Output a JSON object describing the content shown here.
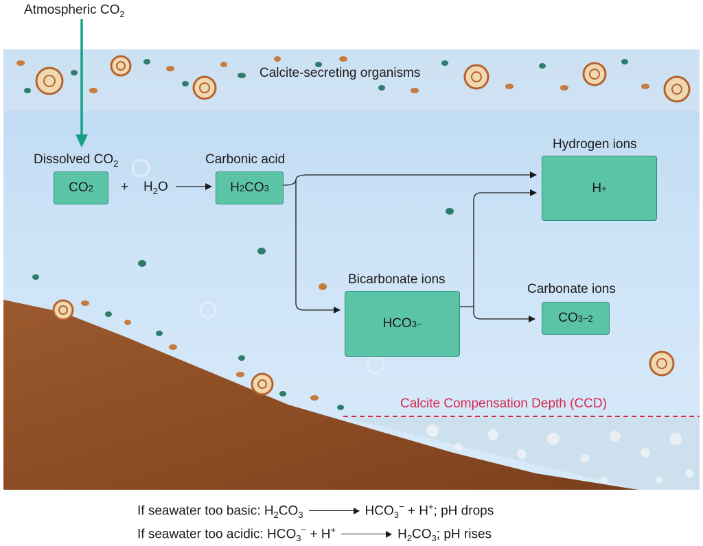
{
  "colors": {
    "water_top": "#bcd9f2",
    "water_bottom": "#d8ebfa",
    "sediment": "#8a4a22",
    "box_fill": "#5bc4a6",
    "arrow_teal": "#16a085",
    "ccd_line": "#d8284e"
  },
  "labels": {
    "atmospheric": {
      "pre": "Atmospheric CO",
      "sub": "2"
    },
    "calcite_organisms": "Calcite-secreting organisms",
    "dissolved": {
      "pre": "Dissolved CO",
      "sub": "2"
    },
    "carbonic_acid": "Carbonic acid",
    "hydrogen_ions": "Hydrogen ions",
    "bicarbonate_ions": "Bicarbonate ions",
    "carbonate_ions": "Carbonate ions",
    "ccd": "Calcite Compensation Depth (CCD)"
  },
  "reaction": {
    "plus": "+",
    "h2o": {
      "pre": "H",
      "sub": "2",
      "post": "O"
    }
  },
  "boxes": {
    "co2": {
      "pre": "CO",
      "sub": "2"
    },
    "h2co3": {
      "a": "H",
      "sub1": "2",
      "b": "CO",
      "sub2": "3"
    },
    "hplus": {
      "pre": "H",
      "sup": "+"
    },
    "hco3": {
      "pre": "HCO",
      "sub": "3",
      "sup": "−"
    },
    "co3": {
      "pre": "CO",
      "sub": "3",
      "sup": "−2"
    }
  },
  "equations": {
    "basic": {
      "lead": "If seawater too basic: H",
      "sub1": "2",
      "mid": "CO",
      "sub2": "3",
      "rhs_a": "HCO",
      "rhs_sub": "3",
      "rhs_sup": "−",
      "rhs_b": " + H",
      "rhs_sup2": "+",
      "rhs_c": "; pH drops"
    },
    "acidic": {
      "lead": "If seawater too acidic: HCO",
      "sub1": "3",
      "sup1": "−",
      "plus": " + H",
      "sup2": "+",
      "rhs_a": "H",
      "rhs_sub1": "2",
      "rhs_b": "CO",
      "rhs_sub2": "3",
      "rhs_c": "; pH rises"
    }
  }
}
